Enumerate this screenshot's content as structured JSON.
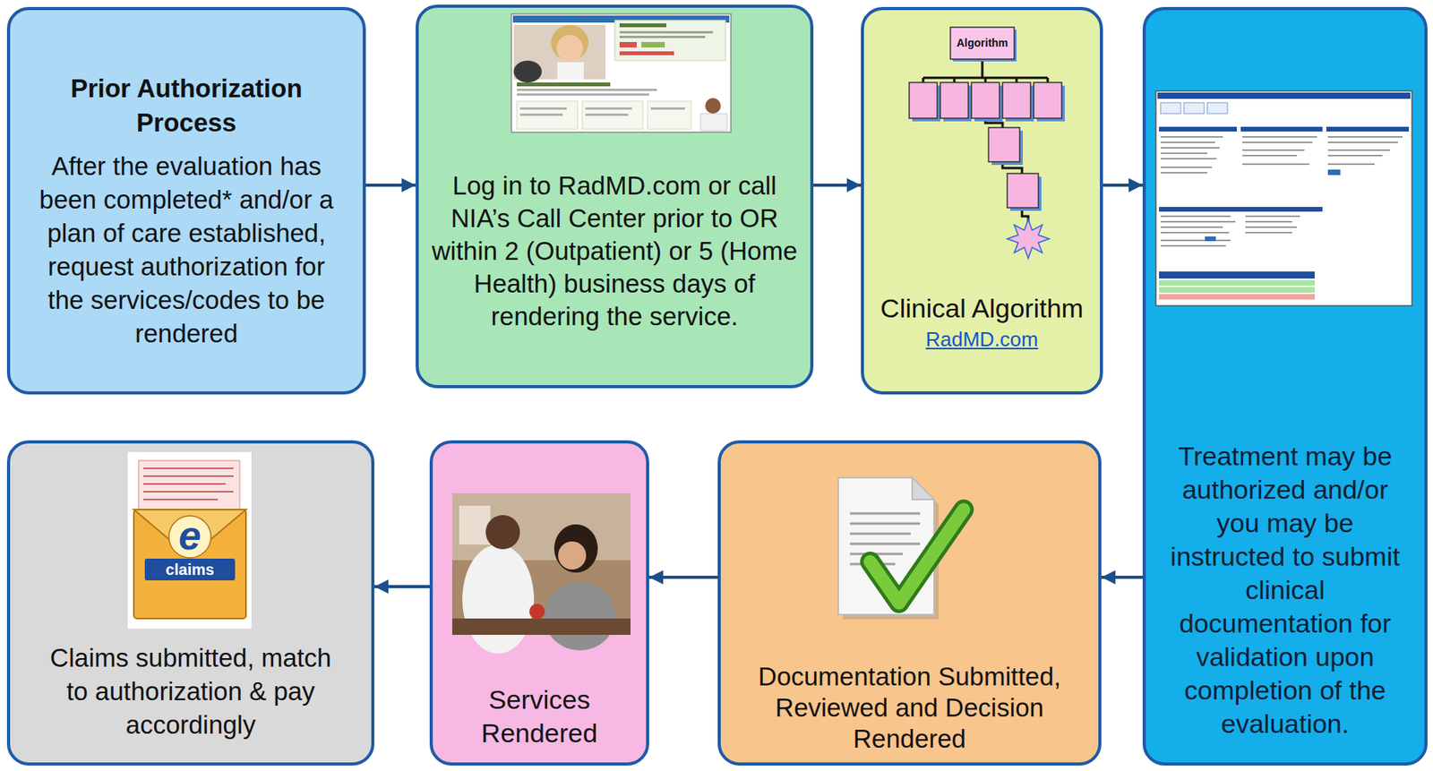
{
  "diagram": {
    "nodes": [
      {
        "text": [
          "Prior Authorization Process",
          "After the evaluation has been completed* and/or a plan of care established, request authorization for the services/codes to be rendered"
        ]
      },
      {
        "text": [
          "Log in to RadMD.com or call NIA’s Call Center prior to OR within 2 (Outpatient) or 5 (Home Health) business days of rendering the service."
        ]
      },
      {
        "text": [
          "Clinical Algorithm",
          "RadMD.com"
        ]
      },
      {
        "text": [
          "Treatment may be authorized and/or you may be instructed to submit clinical documentation for validation upon completion of the evaluation."
        ]
      },
      {
        "text": [
          "Documentation Submitted, Reviewed and Decision Rendered"
        ]
      },
      {
        "text": [
          "Services Rendered"
        ]
      },
      {
        "text": [
          "Claims submitted, match to authorization & pay accordingly"
        ]
      }
    ],
    "edges": [
      {
        "from": 0,
        "to": 1,
        "arrow": "to"
      },
      {
        "from": 1,
        "to": 2,
        "arrow": "to"
      },
      {
        "from": 2,
        "to": 3,
        "arrow": "to"
      },
      {
        "from": 3,
        "to": 4,
        "arrow": "to"
      },
      {
        "from": 4,
        "to": 5,
        "arrow": "to"
      },
      {
        "from": 5,
        "to": 6,
        "arrow": "to"
      }
    ],
    "labels": [
      "Algorithm",
      "e",
      "claims"
    ]
  }
}
